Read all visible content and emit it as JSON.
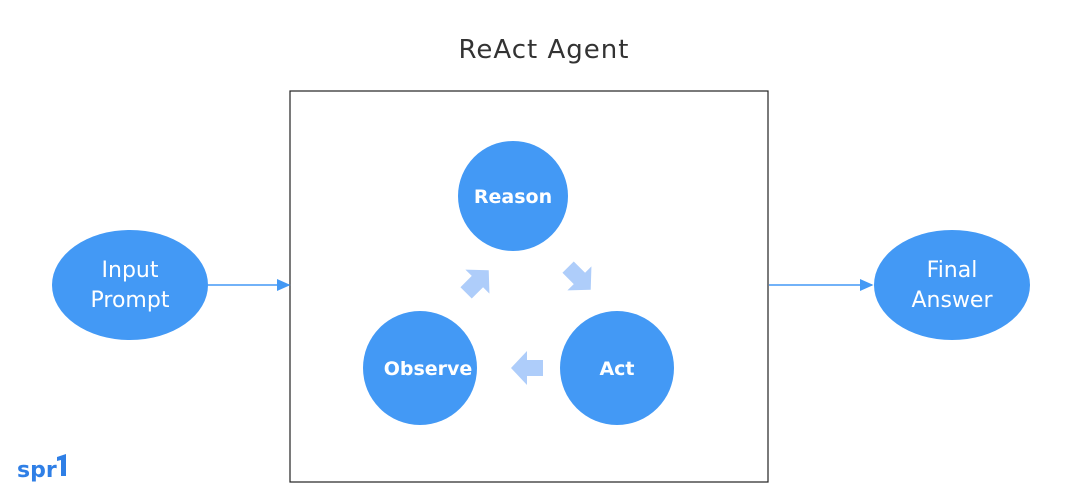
{
  "title": "ReAct Agent",
  "nodes": {
    "input": {
      "line1": "Input",
      "line2": "Prompt"
    },
    "reason": {
      "label": "Reason"
    },
    "act": {
      "label": "Act"
    },
    "observe": {
      "label": "Observe"
    },
    "output": {
      "line1": "Final",
      "line2": "Answer"
    }
  },
  "logo": {
    "text": "spr"
  },
  "colors": {
    "node_fill": "#4399f5",
    "cycle_arrow": "#aecdfa",
    "flow_arrow": "#4399f5",
    "frame_stroke": "#222222",
    "logo": "#2f7fe6"
  }
}
